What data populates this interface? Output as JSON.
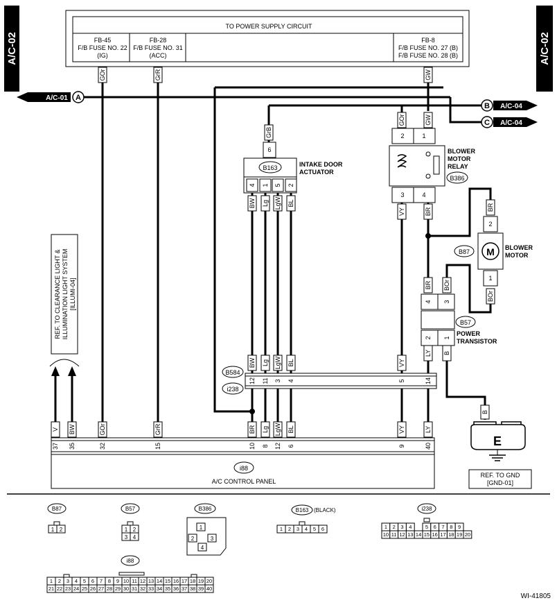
{
  "page": {
    "tag_left": "A/C-02",
    "tag_right": "A/C-02",
    "figure_id": "WI-41805"
  },
  "power": {
    "title": "TO POWER SUPPLY CIRCUIT",
    "fuses": [
      {
        "line1": "FB-45",
        "line2": "F/B FUSE NO. 22",
        "line3": "(IG)"
      },
      {
        "line1": "FB-28",
        "line2": "F/B FUSE NO. 31",
        "line3": "(ACC)"
      },
      {
        "line1": "FB-8",
        "line2": "F/B FUSE NO. 27 (B)",
        "line3": "F/B FUSE NO. 28 (B)"
      }
    ]
  },
  "offpage": {
    "a_label": "A/C-01",
    "a_letter": "A",
    "b_label": "A/C-04",
    "b_letter": "B",
    "c_label": "A/C-04",
    "c_letter": "C"
  },
  "wires": {
    "gor": "GOr",
    "grr": "GrR",
    "gw": "GW",
    "grb": "GrB",
    "bw": "BW",
    "lg": "Lg",
    "lgw": "LgW",
    "bl": "BL",
    "vy": "VY",
    "br": "BR",
    "bor": "BOr",
    "ly": "LY",
    "b": "B",
    "v": "V"
  },
  "components": {
    "intake": {
      "connector": "B163",
      "name1": "INTAKE DOOR",
      "name2": "ACTUATOR",
      "top_pin": "6",
      "pins": [
        "4",
        "1",
        "5",
        "2"
      ]
    },
    "relay": {
      "connector": "B386",
      "name1": "BLOWER",
      "name2": "MOTOR",
      "name3": "RELAY",
      "top_pins": [
        "2",
        "1"
      ],
      "bottom_pins": [
        "3",
        "4"
      ]
    },
    "motor": {
      "connector": "B87",
      "name1": "BLOWER",
      "name2": "MOTOR",
      "symbol": "M",
      "pins": [
        "2",
        "1"
      ]
    },
    "transistor": {
      "connector": "B57",
      "name1": "POWER",
      "name2": "TRANSISTOR",
      "top_pins": [
        "4",
        "3"
      ],
      "bottom_pins": [
        "2",
        "1"
      ]
    },
    "joint": {
      "connector_a": "B584",
      "connector_b": "i238",
      "pins": [
        "12",
        "11",
        "3",
        "4",
        "5",
        "14"
      ]
    },
    "panel": {
      "connector": "i88",
      "name": "A/C CONTROL PANEL",
      "pins": [
        "37",
        "35",
        "32",
        "15",
        "10",
        "8",
        "12",
        "6",
        "9",
        "40"
      ]
    },
    "ground": {
      "letter": "E",
      "ref1": "REF. TO GND",
      "ref2": "[GND-01]"
    },
    "illum_ref": {
      "line1": "REF. TO CLEARANCE LIGHT &",
      "line2": "ILLUMINATION LIGHT SYSTEM",
      "line3": "[ILLUMI-04]"
    }
  },
  "legend": {
    "b87": {
      "label": "B87",
      "pins": [
        "1",
        "2"
      ]
    },
    "b57": {
      "label": "B57",
      "pins": [
        "1",
        "2",
        "3",
        "4"
      ]
    },
    "b386": {
      "label": "B386",
      "pins": [
        "1",
        "2",
        "3",
        "4"
      ]
    },
    "b163": {
      "label": "B163",
      "note": "(BLACK)",
      "pins": [
        "1",
        "2",
        "3",
        "4",
        "5",
        "6"
      ]
    },
    "i238": {
      "label": "i238",
      "row1": [
        "1",
        "2",
        "3",
        "4",
        "",
        "5",
        "6",
        "7",
        "8",
        "9"
      ],
      "row2": [
        "10",
        "11",
        "12",
        "13",
        "14",
        "15",
        "16",
        "17",
        "18",
        "19",
        "20"
      ]
    },
    "i88": {
      "label": "i88",
      "row1": [
        "1",
        "2",
        "3",
        "4",
        "5",
        "6",
        "7",
        "8",
        "9",
        "10",
        "11",
        "12",
        "13",
        "14",
        "15",
        "16",
        "17",
        "18",
        "19",
        "20"
      ],
      "row2": [
        "21",
        "22",
        "23",
        "24",
        "25",
        "26",
        "27",
        "28",
        "29",
        "30",
        "31",
        "32",
        "33",
        "34",
        "35",
        "36",
        "37",
        "38",
        "39",
        "40"
      ]
    }
  }
}
